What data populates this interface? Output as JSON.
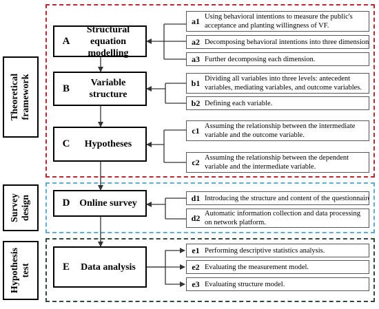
{
  "sections": {
    "theoretical": {
      "label": "Theoretical framework",
      "color": "#c0262d"
    },
    "survey": {
      "label": "Survey design",
      "color": "#5aaedc"
    },
    "hypothesis": {
      "label": "Hypothesis test",
      "color": "#2f4a3a"
    }
  },
  "steps": {
    "a": {
      "letter": "A",
      "title": "Structural equation modelling"
    },
    "b": {
      "letter": "B",
      "title": "Variable structure"
    },
    "c": {
      "letter": "C",
      "title": "Hypotheses"
    },
    "d": {
      "letter": "D",
      "title": "Online survey"
    },
    "e": {
      "letter": "E",
      "title": "Data analysis"
    }
  },
  "items": {
    "a1": {
      "code": "a1",
      "text": "Using behavioral intentions to measure the public's acceptance and planting willingness of VF."
    },
    "a2": {
      "code": "a2",
      "text": "Decomposing behavioral intentions into three dimensions."
    },
    "a3": {
      "code": "a3",
      "text": "Further decomposing each dimension."
    },
    "b1": {
      "code": "b1",
      "text": "Dividing all variables into three levels: antecedent variables, mediating variables, and outcome variables."
    },
    "b2": {
      "code": "b2",
      "text": "Defining each variable."
    },
    "c1": {
      "code": "c1",
      "text": "Assuming the relationship between the intermediate variable and the outcome variable."
    },
    "c2": {
      "code": "c2",
      "text": "Assuming the relationship between the dependent variable and the intermediate variable."
    },
    "d1": {
      "code": "d1",
      "text": "Introducing the structure and content of the questionnaire"
    },
    "d2": {
      "code": "d2",
      "text": "Automatic information collection and data processing on network platform."
    },
    "e1": {
      "code": "e1",
      "text": "Performing descriptive statistics analysis."
    },
    "e2": {
      "code": "e2",
      "text": "Evaluating the measurement model."
    },
    "e3": {
      "code": "e3",
      "text": "Evaluating structure model."
    }
  }
}
